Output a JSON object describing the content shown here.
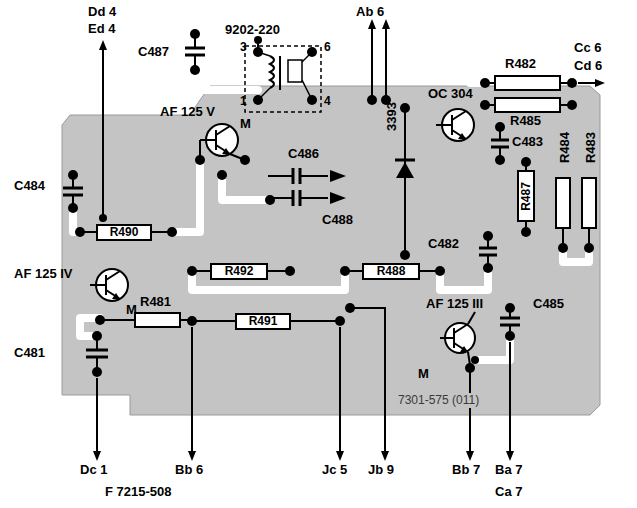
{
  "diagram": {
    "nodes": [
      {
        "text": [
          "R487"
        ]
      },
      {
        "text": [
          "R490"
        ]
      },
      {
        "text": [
          "R492"
        ]
      },
      {
        "text": [
          "R488"
        ]
      },
      {
        "text": [
          "R491"
        ]
      }
    ],
    "labels": [
      "Dd 4",
      "Ed 4",
      "Ab 6",
      "9202-220",
      "3",
      "1",
      "6",
      "4",
      "C487",
      "C484",
      "AF 125 V",
      "M",
      "C486",
      "C488",
      "3393",
      "OC 304",
      "R482",
      "R485",
      "Cc 6",
      "Cd 6",
      "C483",
      "R484",
      "R483",
      "C482",
      "AF 125 IV",
      "M",
      "R481",
      "C481",
      "AF 125 III",
      "M",
      "C485",
      "7301-575 (011)",
      "Dc 1",
      "Bb 6",
      "F 7215-508",
      "Jc 5",
      "Jb 9",
      "Bb 7",
      "Ba 7",
      "Ca 7"
    ]
  }
}
